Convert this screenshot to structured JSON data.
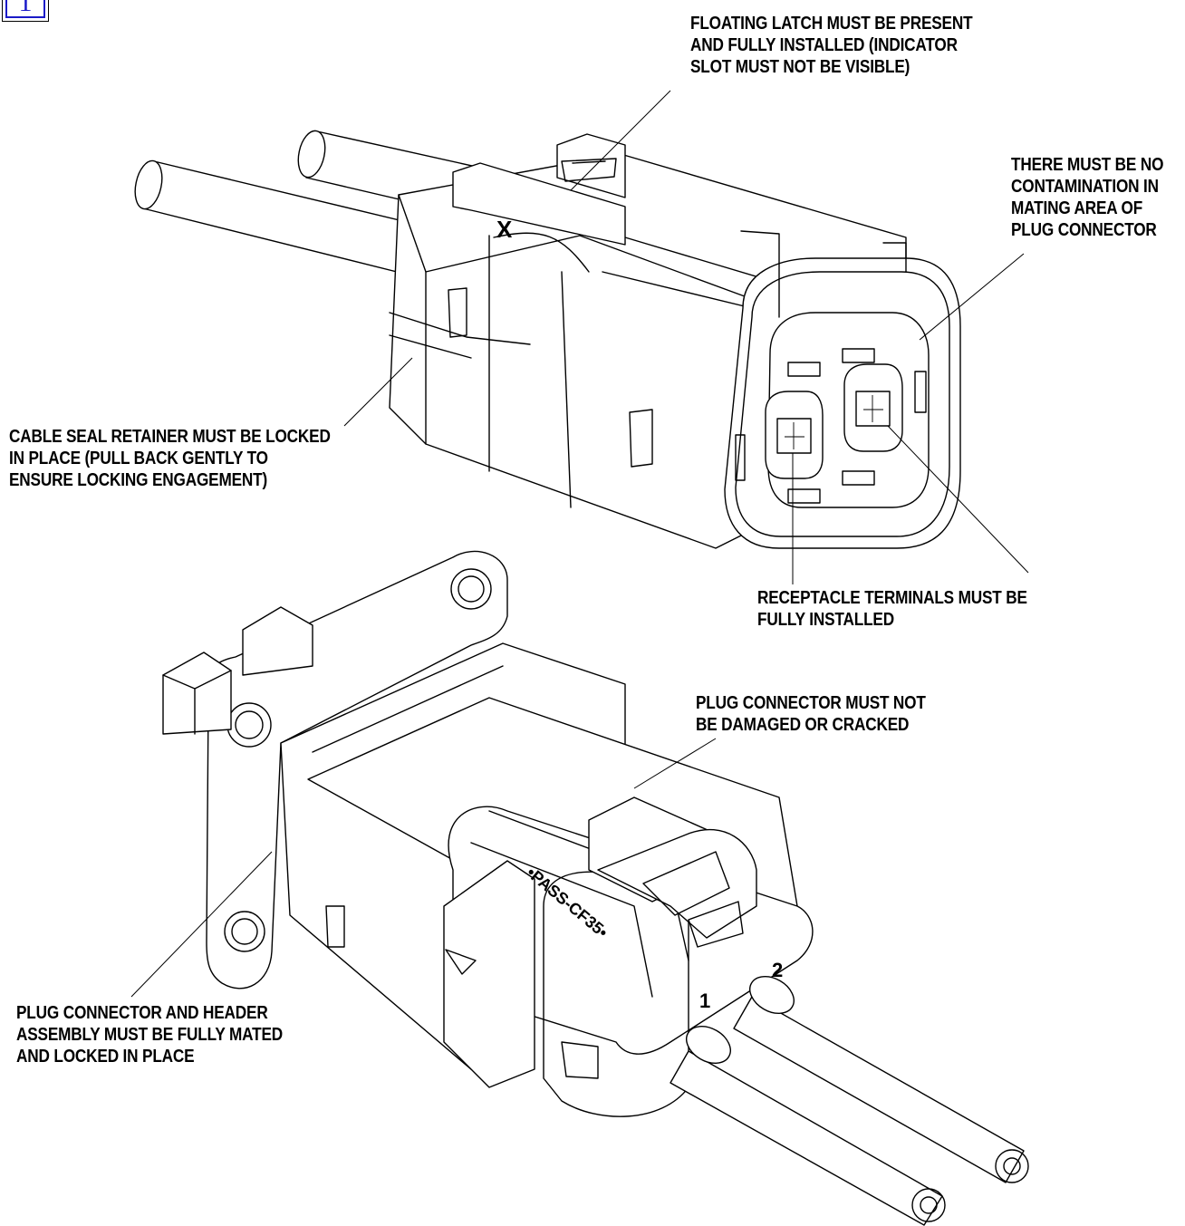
{
  "badge": {
    "glyph": "1"
  },
  "callouts": [
    {
      "id": "floating-latch",
      "lines": [
        "FLOATING LATCH MUST BE PRESENT",
        "AND FULLY INSTALLED (INDICATOR",
        "SLOT MUST NOT BE VISIBLE)"
      ]
    },
    {
      "id": "contamination",
      "lines": [
        "THERE MUST BE NO",
        "CONTAMINATION IN",
        "MATING AREA OF",
        "PLUG CONNECTOR"
      ]
    },
    {
      "id": "cable-seal",
      "lines": [
        "CABLE SEAL RETAINER MUST BE LOCKED",
        "IN PLACE (PULL BACK GENTLY TO",
        "ENSURE LOCKING ENGAGEMENT)"
      ]
    },
    {
      "id": "receptacle-terminals",
      "lines": [
        "RECEPTACLE TERMINALS MUST BE",
        "FULLY INSTALLED"
      ]
    },
    {
      "id": "plug-damage",
      "lines": [
        "PLUG CONNECTOR MUST NOT",
        "BE DAMAGED OR CRACKED"
      ]
    },
    {
      "id": "mated-locked",
      "lines": [
        "PLUG CONNECTOR AND HEADER",
        "ASSEMBLY MUST BE FULLY MATED",
        "AND LOCKED IN PLACE"
      ]
    }
  ],
  "part_markings": {
    "latch_mark": "X",
    "housing_text": "•PASS-CF35•",
    "cavity_1": "1",
    "cavity_2": "2"
  }
}
